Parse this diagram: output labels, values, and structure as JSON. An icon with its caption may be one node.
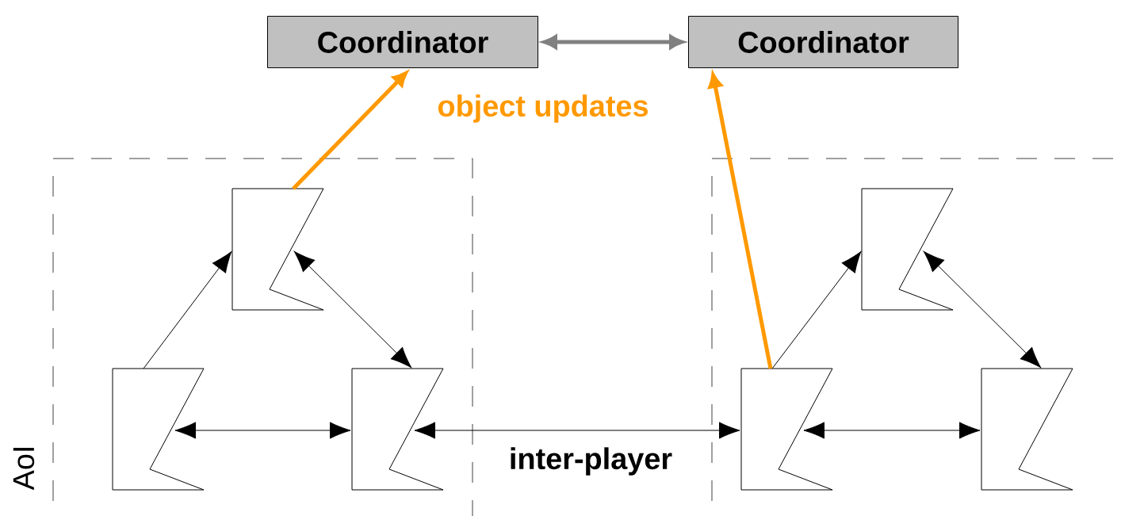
{
  "diagram": {
    "nodes": [
      {
        "text": [
          "Coordinator"
        ]
      },
      {
        "text": [
          "Coordinator"
        ]
      },
      {
        "text": [],
        "shape": "box",
        "beside": [
          "AoI"
        ]
      },
      {
        "text": [],
        "shape": "box",
        "in": 2
      },
      {
        "text": [],
        "shape": "box",
        "in": 2
      },
      {
        "text": [],
        "shape": "box",
        "in": 2
      },
      {
        "text": [],
        "shape": "box"
      },
      {
        "text": [],
        "shape": "box",
        "in": 6
      },
      {
        "text": [],
        "shape": "box",
        "in": 6
      },
      {
        "text": [],
        "shape": "box",
        "in": 6
      }
    ],
    "edges": [
      {
        "from": 0,
        "to": 1,
        "arrow": "both",
        "style": "thick",
        "color": "#808080"
      },
      {
        "from": 4,
        "to": 3,
        "arrow": "to"
      },
      {
        "from": 3,
        "to": 5,
        "arrow": "both"
      },
      {
        "from": 4,
        "to": 5,
        "arrow": "both"
      },
      {
        "from": 5,
        "to": 8,
        "arrow": "both",
        "label": "inter-player"
      },
      {
        "from": 8,
        "to": 7,
        "arrow": "to"
      },
      {
        "from": 7,
        "to": 9,
        "arrow": "both"
      },
      {
        "from": 8,
        "to": 9,
        "arrow": "both"
      },
      {
        "from": 3,
        "to": 0,
        "arrow": "to",
        "style": "thick",
        "color": "#ff9900",
        "label": "object updates"
      },
      {
        "from": 8,
        "to": 1,
        "arrow": "to",
        "style": "thick",
        "color": "#ff9900"
      }
    ]
  }
}
